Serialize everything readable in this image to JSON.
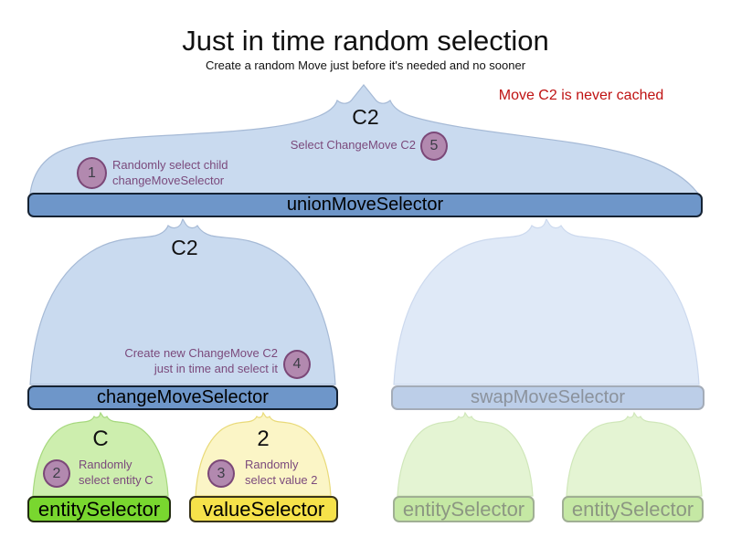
{
  "title": "Just in time random selection",
  "subtitle": "Create a random Move just before it's needed and no sooner",
  "warning": "Move C2 is never cached",
  "selectors": {
    "union": {
      "label": "unionMoveSelector",
      "cached_move": "C2"
    },
    "change": {
      "label": "changeMoveSelector",
      "cached_move": "C2"
    },
    "swap": {
      "label": "swapMoveSelector"
    },
    "entity": {
      "label": "entitySelector",
      "cached_value": "C"
    },
    "value": {
      "label": "valueSelector",
      "cached_value": "2"
    },
    "entity_faded_left": {
      "label": "entitySelector"
    },
    "entity_faded_right": {
      "label": "entitySelector"
    }
  },
  "steps": {
    "s1": {
      "num": "1",
      "line1": "Randomly select child",
      "line2": "changeMoveSelector"
    },
    "s2": {
      "num": "2",
      "line1": "Randomly",
      "line2": "select entity C"
    },
    "s3": {
      "num": "3",
      "line1": "Randomly",
      "line2": "select value 2"
    },
    "s4": {
      "num": "4",
      "line1": "Create new ChangeMove C2",
      "line2": "just in time and select it"
    },
    "s5": {
      "num": "5",
      "line1": "Select ChangeMove C2"
    }
  },
  "colors": {
    "bar_blue": "#6e96c9",
    "bar_blue_faded": "#bccee8",
    "bar_green": "#79d72f",
    "bar_yellow": "#f6e24a",
    "bar_green_faded": "#c5e8a4",
    "arch_blue": "#c9daef",
    "arch_blue_faded": "#dfe9f7",
    "arch_green": "#cdeeae",
    "arch_yellow": "#fbf5c6",
    "arch_green_faded": "#e4f4d3",
    "step_circle": "#b289af",
    "annotation_purple": "#7b4a7c",
    "warning_red": "#bf1212"
  }
}
